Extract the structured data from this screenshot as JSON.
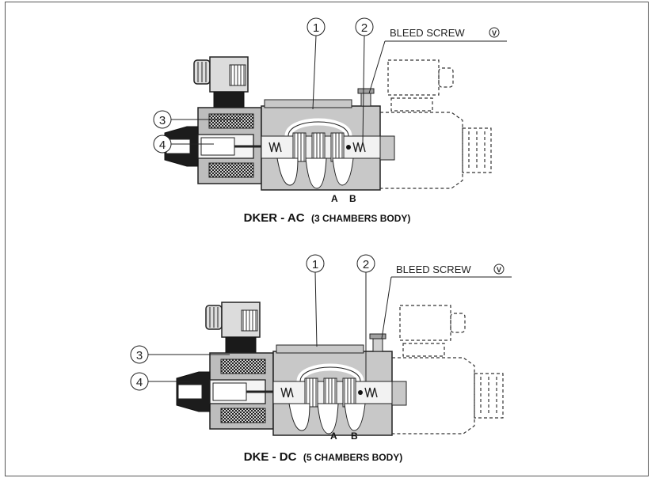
{
  "figures": [
    {
      "caption_main": "DKER - AC",
      "caption_sub": "(3 CHAMBERS BODY)",
      "callouts": [
        "1",
        "2",
        "3",
        "4"
      ],
      "bleed_label": "BLEED SCREW",
      "bleed_symbol": "V",
      "ports": [
        "A",
        "B"
      ]
    },
    {
      "caption_main": "DKE - DC",
      "caption_sub": "(5 CHAMBERS BODY)",
      "callouts": [
        "1",
        "2",
        "3",
        "4"
      ],
      "bleed_label": "BLEED SCREW",
      "bleed_symbol": "V",
      "ports": [
        "A",
        "B"
      ]
    }
  ]
}
